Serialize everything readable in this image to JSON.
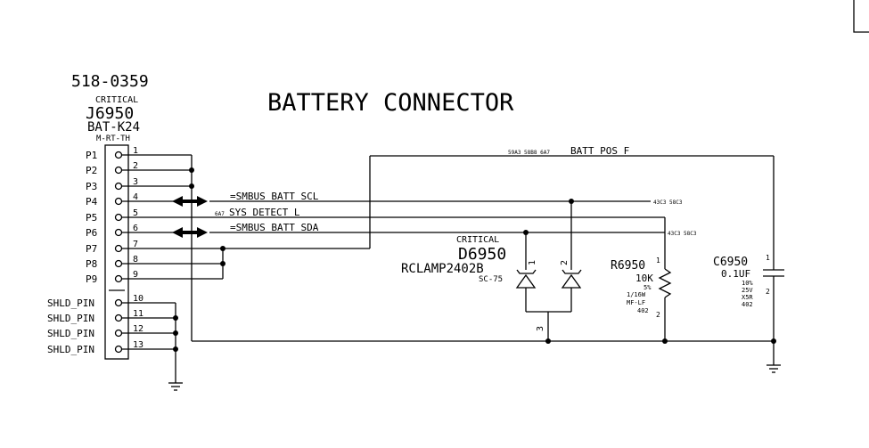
{
  "title": "BATTERY CONNECTOR",
  "connector": {
    "part_number": "518-0359",
    "critical": "CRITICAL",
    "refdes": "J6950",
    "value": "BAT-K24",
    "footprint": "M-RT-TH",
    "pins": [
      {
        "name": "P1",
        "num": "1"
      },
      {
        "name": "P2",
        "num": "2"
      },
      {
        "name": "P3",
        "num": "3"
      },
      {
        "name": "P4",
        "num": "4"
      },
      {
        "name": "P5",
        "num": "5"
      },
      {
        "name": "P6",
        "num": "6"
      },
      {
        "name": "P7",
        "num": "7"
      },
      {
        "name": "P8",
        "num": "8"
      },
      {
        "name": "P9",
        "num": "9"
      }
    ],
    "shield_pins": [
      {
        "name": "SHLD_PIN",
        "num": "10"
      },
      {
        "name": "SHLD_PIN",
        "num": "11"
      },
      {
        "name": "SHLD_PIN",
        "num": "12"
      },
      {
        "name": "SHLD_PIN",
        "num": "13"
      }
    ]
  },
  "nets": {
    "batt_pos": {
      "refs": "59A3 58B8 6A7",
      "name": "BATT_POS_F"
    },
    "scl": {
      "name": "=SMBUS_BATT_SCL",
      "refs": "43C3 58C3"
    },
    "sys_detect": {
      "refs": "6A7",
      "name": "SYS_DETECT_L"
    },
    "sda": {
      "name": "=SMBUS_BATT_SDA",
      "refs": "43C3 58C3"
    }
  },
  "diode": {
    "critical": "CRITICAL",
    "refdes": "D6950",
    "value": "RCLAMP2402B",
    "package": "SC-75",
    "pin1": "1",
    "pin2": "2",
    "pin3": "3"
  },
  "resistor": {
    "refdes": "R6950",
    "pin1": "1",
    "pin2": "2",
    "value": "10K",
    "tolerance": "5%",
    "power": "1/16W",
    "type": "MF-LF",
    "size": "402"
  },
  "capacitor": {
    "refdes": "C6950",
    "pin1": "1",
    "pin2": "2",
    "value": "0.1UF",
    "tolerance": "10%",
    "voltage": "25V",
    "dielectric": "X5R",
    "size": "402"
  }
}
